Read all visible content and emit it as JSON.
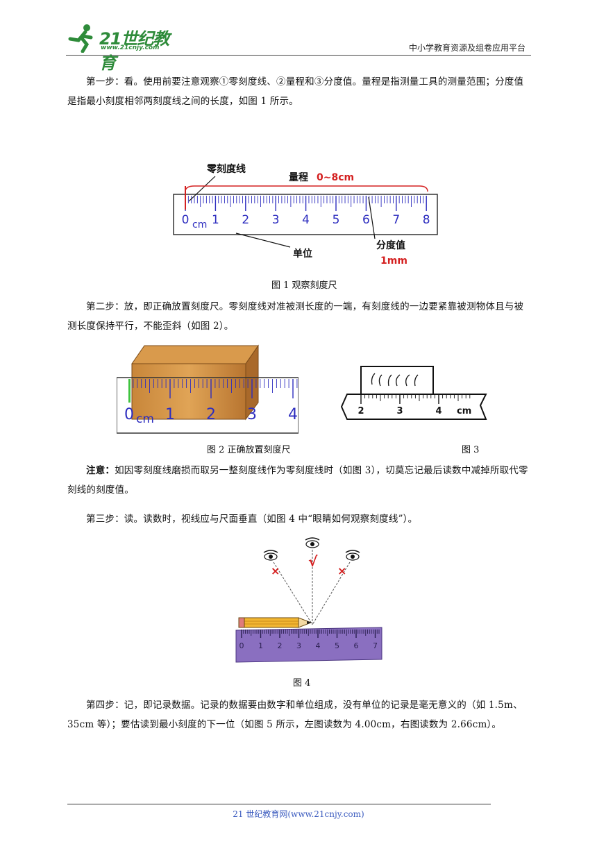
{
  "header": {
    "logo_text": "21世纪教育",
    "logo_url": "www.21cnjy.com",
    "right_text": "中小学教育资源及组卷应用平台"
  },
  "paragraphs": {
    "p1": "第一步：看。使用前要注意观察①零刻度线、②量程和③分度值。量程是指测量工具的测量范围；分度值是指最小刻度相邻两刻度线之间的长度，如图 1 所示。",
    "p2": "第二步：放，即正确放置刻度尺。零刻度线对准被测长度的一端，有刻度线的一边要紧靠被测物体且与被测长度保持平行，不能歪斜（如图 2）。",
    "p3_bold": "注意：",
    "p3": "如因零刻度线磨损而取另一整刻度线作为零刻度线时（如图 3），切莫忘记最后读数中减掉所取代零刻线的刻度值。",
    "p4": "第三步：读。读数时，视线应与尺面垂直（如图 4 中“眼睛如何观察刻度线”）。",
    "p5": "第四步：记，即记录数据。记录的数据要由数字和单位组成，没有单位的记录是毫无意义的（如 1.5m、35cm 等）；要估读到最小刻度的下一位（如图 5 所示，左图读数为 4.00cm，右图读数为 2.66cm）。"
  },
  "figure1": {
    "label_zero_line": "零刻度线",
    "label_range": "量程",
    "label_range_value": "0~8cm",
    "label_unit": "单位",
    "label_division": "分度值",
    "label_division_value": "1mm",
    "unit_text": "cm",
    "numbers": [
      "0",
      "1",
      "2",
      "3",
      "4",
      "5",
      "6",
      "7",
      "8"
    ],
    "caption": "图 1 观察刻度尺"
  },
  "figure2": {
    "unit_text": "cm",
    "numbers": [
      "0",
      "1",
      "2",
      "3",
      "4"
    ],
    "caption": "图 2  正确放置刻度尺"
  },
  "figure3": {
    "numbers": [
      "2",
      "3",
      "4"
    ],
    "unit_text": "cm",
    "caption": "图 3"
  },
  "figure4": {
    "check": "√",
    "cross": "×",
    "numbers": [
      "0",
      "1",
      "2",
      "3",
      "4",
      "5",
      "6",
      "7"
    ],
    "caption": "图 4"
  },
  "footer": {
    "text": "21 世纪教育网(www.21cnjy.com)"
  },
  "colors": {
    "logo_green": "#2e8b3a",
    "ruler_blue": "#2d2dbf",
    "annotation_red": "#d42020",
    "ruler_purple": "#8a6fc0",
    "wood": "#c8863a",
    "footer_blue": "#3b5bbf"
  }
}
